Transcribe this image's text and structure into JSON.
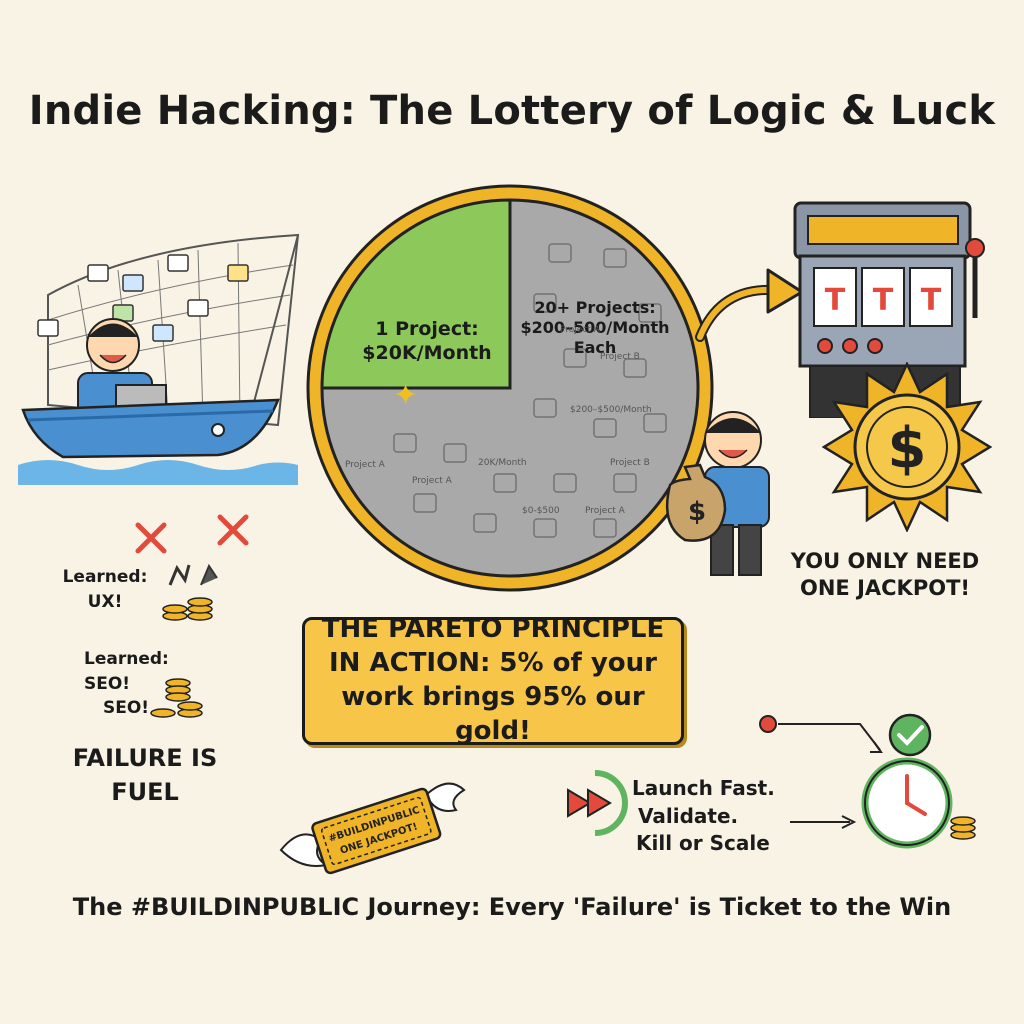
{
  "title": "Indie Hacking: The Lottery of Logic & Luck",
  "chart_data": {
    "type": "pie",
    "slices": [
      {
        "label": "1 Project: $20K/Month",
        "percent": 25,
        "color": "#8cc95a"
      },
      {
        "label": "20+ Projects: $200–500/Month Each",
        "percent": 75,
        "color": "#a9a9a9"
      }
    ]
  },
  "pie": {
    "green_line1": "1 Project:",
    "green_line2": "$20K/Month",
    "gray_line1": "20+ Projects:",
    "gray_line2": "$200–500/Month",
    "gray_line3": "Each"
  },
  "grid_labels": [
    "Project A",
    "Project B",
    "$200–$500/Month",
    "20K/Month",
    "Project A",
    "Project A",
    "Project B",
    "$0-$500",
    "Project A"
  ],
  "jackpot": {
    "line1": "YOU ONLY NEED",
    "line2": "ONE JACKPOT!"
  },
  "learned": {
    "ux_line1": "Learned:",
    "ux_line2": "UX!",
    "seo_line1": "Learned: SEO!",
    "seo_line2": "SEO!"
  },
  "failure": {
    "line1": "FAILURE IS",
    "line2": "FUEL"
  },
  "pareto": {
    "line1": "THE PARETO PRINCIPLE",
    "line2": "IN ACTION: 5% of your",
    "line3": "work brings 95% our gold!"
  },
  "ticket": {
    "line1": "#BUILDINPUBLIC",
    "line2": "ONE JACKPOT!"
  },
  "steps": {
    "line1": "Launch Fast.",
    "line2": "Validate.",
    "line3": "Kill or Scale"
  },
  "coin_symbol": "$",
  "footer": "The #BUILDINPUBLIC Journey: Every 'Failure' is Ticket to the Win",
  "colors": {
    "background": "#f8f3e4",
    "gold": "#f0b429",
    "green": "#8cc95a",
    "gray": "#a9a9a9",
    "red": "#e24b3b",
    "blue": "#4a8fd0"
  }
}
